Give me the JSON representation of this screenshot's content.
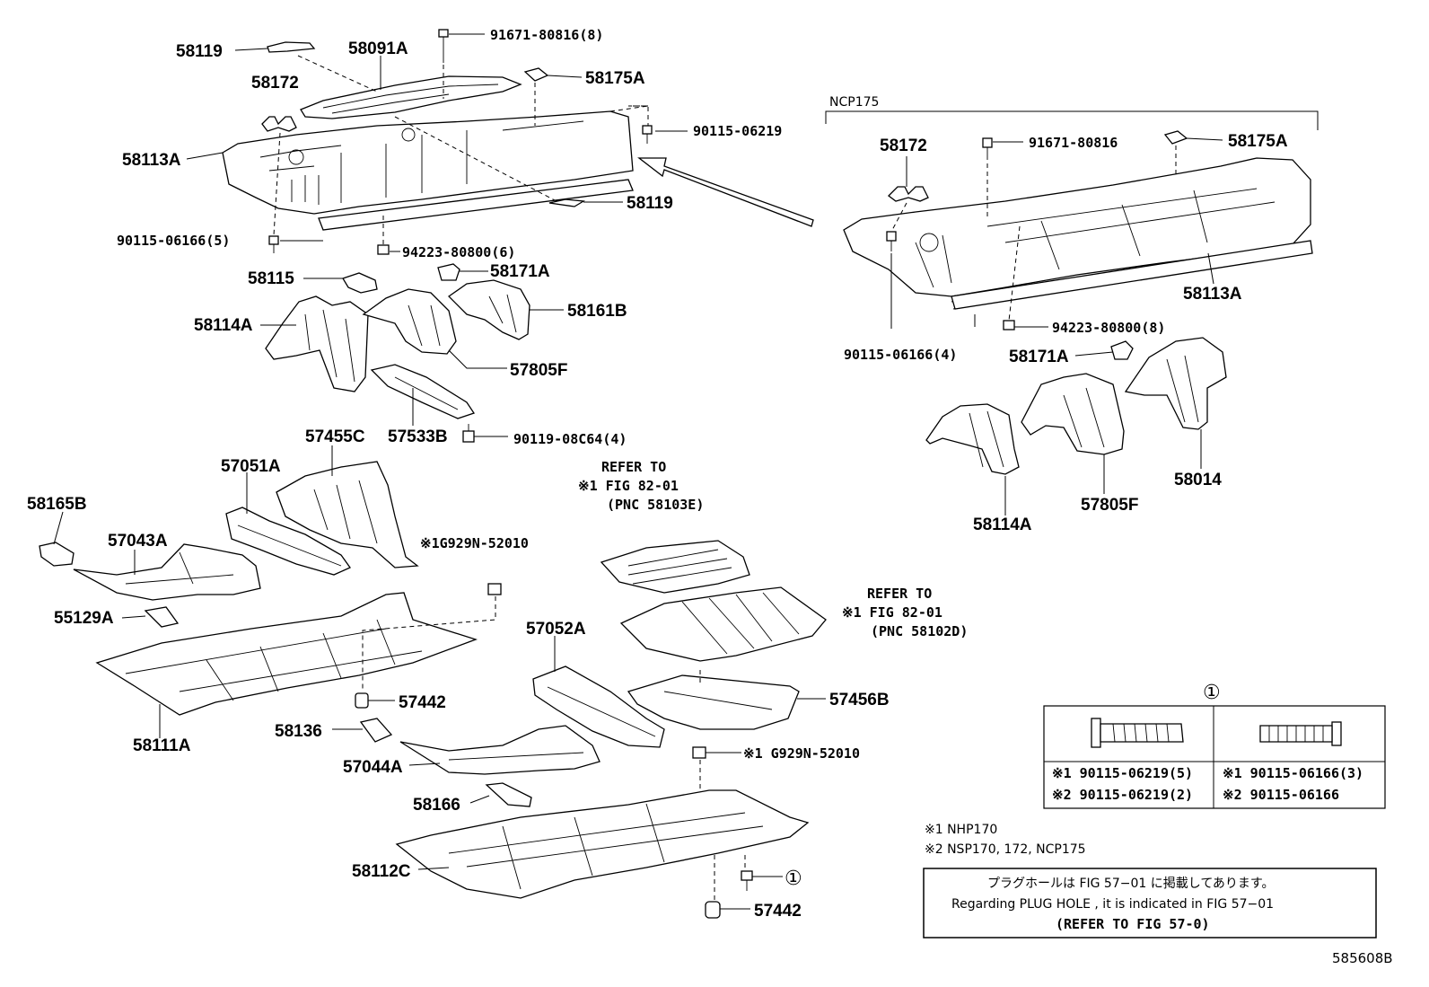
{
  "labels": {
    "p58119a": "58119",
    "p58091a": "58091A",
    "p91671_8": "91671-80816(8)",
    "p58172a": "58172",
    "p58175a_a": "58175A",
    "p58113a_a": "58113A",
    "p90115_06219": "90115-06219",
    "p58119b": "58119",
    "p90115_06166_5": "90115-06166(5)",
    "p94223_6": "94223-80800(6)",
    "p58115": "58115",
    "p58171a_a": "58171A",
    "p58161b": "58161B",
    "p58114a_a": "58114A",
    "p57805f_a": "57805F",
    "p57455c": "57455C",
    "p57533b": "57533B",
    "p90119": "90119-08C64(4)",
    "p57051a": "57051A",
    "p58165b": "58165B",
    "p57043a": "57043A",
    "p g929_a": "",
    "p55129a": "55129A",
    "p57442a": "57442",
    "p58111a": "58111A",
    "p58136": "58136",
    "p57052a": "57052A",
    "p57456b": "57456B",
    "p57044a": "57044A",
    "p58166": "58166",
    "p58112c": "58112C",
    "p57442b": "57442",
    "p58172b": "58172",
    "p91671_b": "91671-80816",
    "p58175a_b": "58175A",
    "p58113a_b": "58113A",
    "p90115_06166_4": "90115-06166(4)",
    "p94223_8": "94223-80800(8)",
    "p58171a_b": "58171A",
    "p58114a_b": "58114A",
    "p57805f_b": "57805F",
    "p58014": "58014"
  },
  "g929": {
    "top": "※1G929N-52010",
    "bottom": "※1 G929N-52010"
  },
  "ncp175": "NCP175",
  "refer1": {
    "line1": "REFER TO",
    "line2": "※1 FIG 82-01",
    "line3": "(PNC 58103E)"
  },
  "refer2": {
    "line1": "REFER TO",
    "line2": "※1 FIG 82-01",
    "line3": "(PNC 58102D)"
  },
  "callout_marker": "①",
  "legend": {
    "header": "①",
    "left_1": "※1 90115-06219(5)",
    "left_2": "※2 90115-06219(2)",
    "right_1": "※1 90115-06166(3)",
    "right_2": "※2 90115-06166"
  },
  "notes": {
    "n1": "※1 NHP170",
    "n2": "※2 NSP170, 172, NCP175"
  },
  "plug_note": {
    "jp": "プラグホールは FIG 57−01 に掲載してあります。",
    "en": "Regarding  PLUG  HOLE , it is indicated in FIG  57−01",
    "ref": "(REFER TO FIG 57-0)"
  },
  "figure_id": "585608B"
}
